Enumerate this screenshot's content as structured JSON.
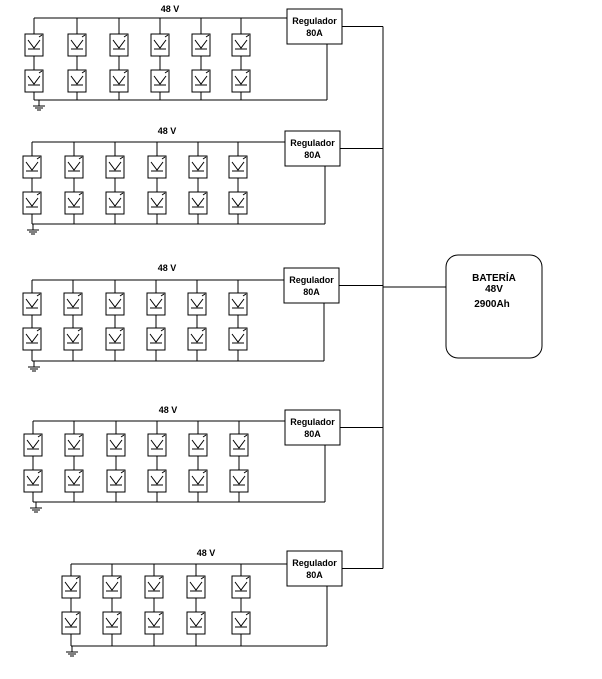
{
  "arrays": [
    {
      "voltage_label": "48 V",
      "regulator": {
        "line1": "Regulador",
        "line2": "80A"
      }
    },
    {
      "voltage_label": "48 V",
      "regulator": {
        "line1": "Regulador",
        "line2": "80A"
      }
    },
    {
      "voltage_label": "48 V",
      "regulator": {
        "line1": "Regulador",
        "line2": "80A"
      }
    },
    {
      "voltage_label": "48 V",
      "regulator": {
        "line1": "Regulador",
        "line2": "80A"
      }
    },
    {
      "voltage_label": "48 V",
      "regulator": {
        "line1": "Regulador",
        "line2": "80A"
      }
    }
  ],
  "battery": {
    "line1": "BATERÍA",
    "line2": "48V",
    "line3": "2900Ah"
  },
  "colors": {
    "stroke": "#000000",
    "background": "#ffffff"
  },
  "icons": [
    "solar-panel-icon",
    "ground-icon"
  ]
}
